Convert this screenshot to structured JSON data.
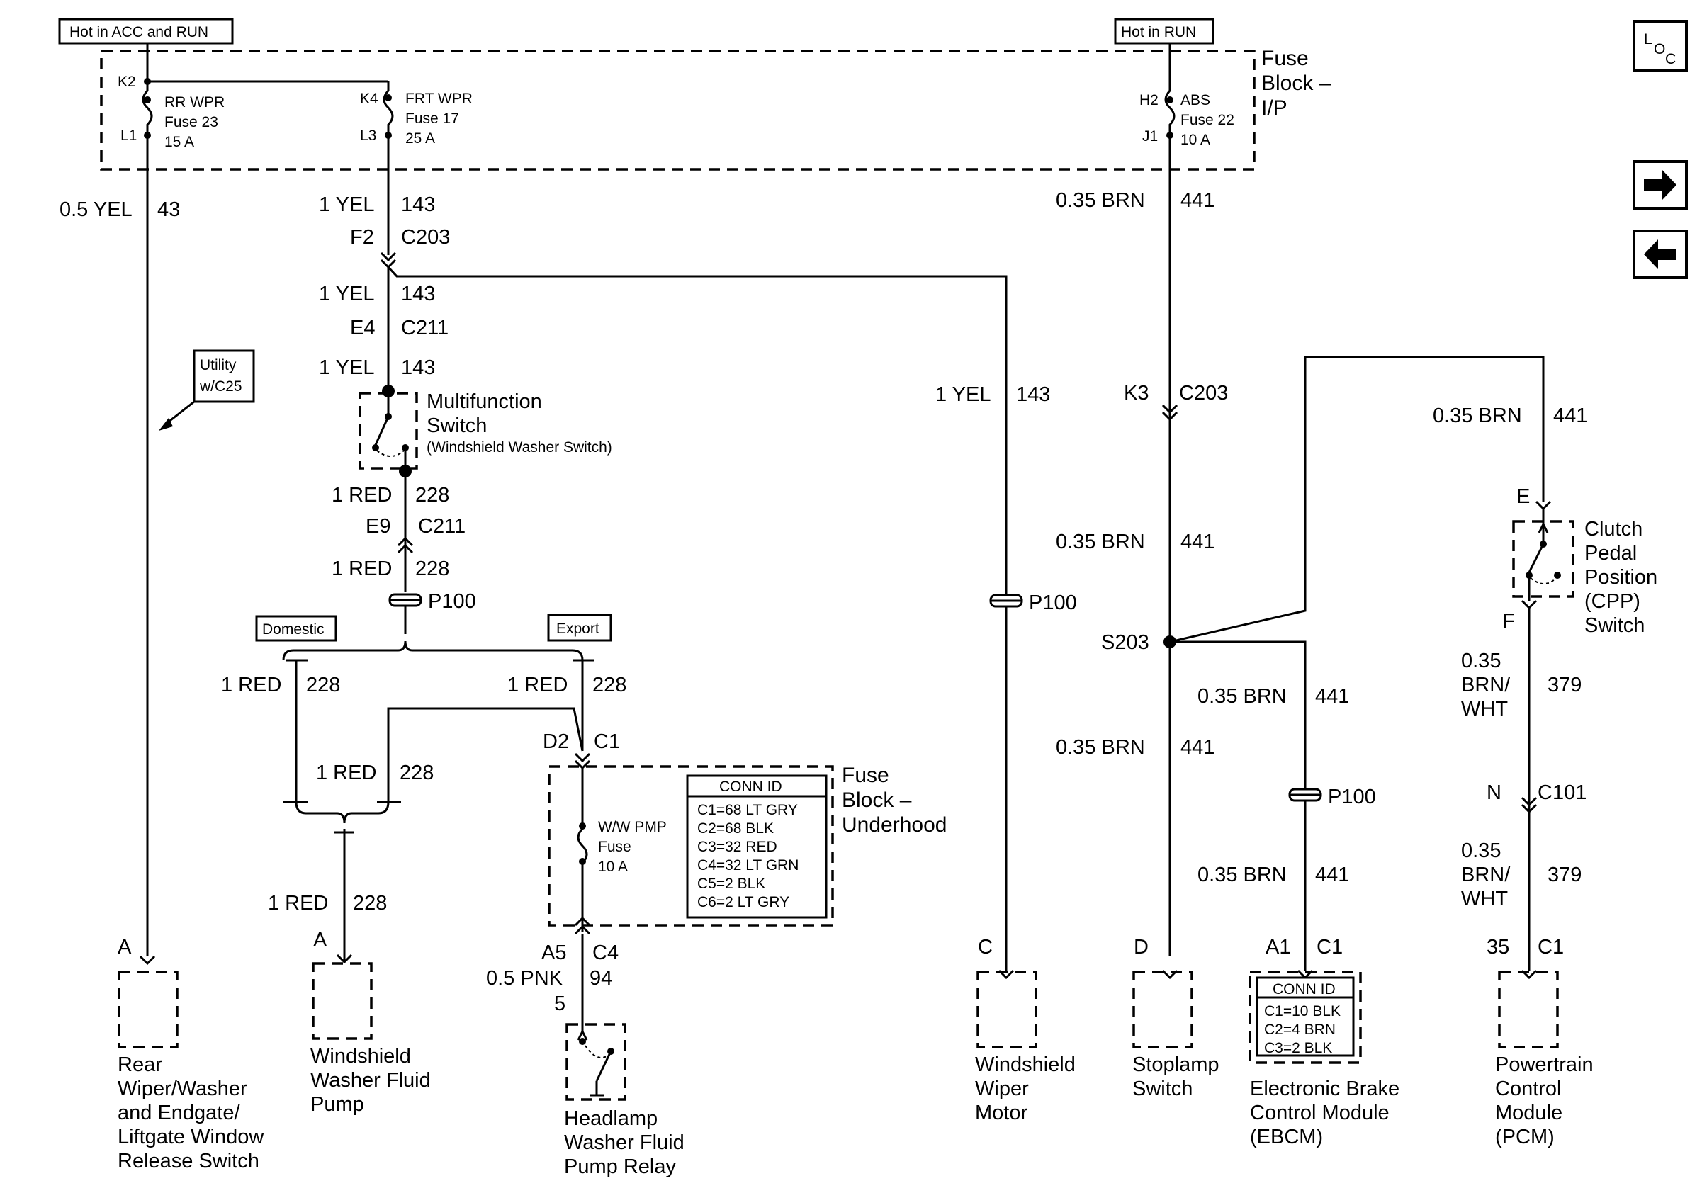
{
  "power": {
    "acc_run": "Hot in ACC and RUN",
    "run": "Hot in RUN"
  },
  "fuse_block_ip": {
    "title_l1": "Fuse",
    "title_l2": "Block –",
    "title_l3": "I/P",
    "rr_wpr": {
      "top_pin": "K2",
      "bot_pin": "L1",
      "name": "RR WPR",
      "fuse": "Fuse 23",
      "amps": "15 A"
    },
    "frt_wpr": {
      "top_pin": "K4",
      "bot_pin": "L3",
      "name": "FRT WPR",
      "fuse": "Fuse 17",
      "amps": "25 A"
    },
    "abs": {
      "top_pin": "H2",
      "bot_pin": "J1",
      "name": "ABS",
      "fuse": "Fuse 22",
      "amps": "10 A"
    }
  },
  "wires": {
    "w43": {
      "gauge": "0.5 YEL",
      "circuit": "43"
    },
    "w143": {
      "gauge": "1 YEL",
      "circuit": "143"
    },
    "w228": {
      "gauge": "1 RED",
      "circuit": "228"
    },
    "w441": {
      "gauge": "0.35 BRN",
      "circuit": "441"
    },
    "w94": {
      "gauge": "0.5 PNK",
      "circuit": "94"
    },
    "w379": {
      "gauge_l1": "0.35",
      "gauge_l2": "BRN/",
      "gauge_l3": "WHT",
      "circuit": "379"
    }
  },
  "connectors": {
    "f2": "F2",
    "c203": "C203",
    "e4": "E4",
    "c211": "C211",
    "e9": "E9",
    "p100": "P100",
    "k3": "K3",
    "s203": "S203",
    "d2": "D2",
    "c1": "C1",
    "a5": "A5",
    "c4": "C4",
    "pin5": "5",
    "n": "N",
    "c101": "C101",
    "e": "E",
    "f": "F",
    "a1": "A1",
    "pin35": "35",
    "a": "A",
    "c": "C",
    "d": "D"
  },
  "utility": {
    "line1": "Utility",
    "line2": "w/C25"
  },
  "multifunction": {
    "line1": "Multifunction",
    "line2": "Switch",
    "line3": "(Windshield Washer Switch)"
  },
  "options": {
    "domestic": "Domestic",
    "export": "Export"
  },
  "fuse_block_uh": {
    "title_l1": "Fuse",
    "title_l2": "Block –",
    "title_l3": "Underhood",
    "fuse_name": "W/W PMP",
    "fuse_label": "Fuse",
    "fuse_amps": "10 A",
    "conn_id_title": "CONN ID",
    "conn_id_rows": [
      "C1=68 LT GRY",
      "C2=68 BLK",
      "C3=32 RED",
      "C4=32 LT GRN",
      "C5=2 BLK",
      "C6=2 LT GRY"
    ]
  },
  "ebcm_conn": {
    "title": "CONN ID",
    "rows": [
      "C1=10 BLK",
      "C2=4 BRN",
      "C3=2 BLK"
    ]
  },
  "cpp": {
    "line1": "Clutch",
    "line2": "Pedal",
    "line3": "Position",
    "line4": "(CPP)",
    "line5": "Switch"
  },
  "components": {
    "rear_wiper": [
      "Rear",
      "Wiper/Washer",
      "and Endgate/",
      "Liftgate Window",
      "Release Switch"
    ],
    "ws_pump": [
      "Windshield",
      "Washer Fluid",
      "Pump"
    ],
    "hl_relay": [
      "Headlamp",
      "Washer Fluid",
      "Pump Relay"
    ],
    "ws_motor": [
      "Windshield",
      "Wiper",
      "Motor"
    ],
    "stoplamp": [
      "Stoplamp",
      "Switch"
    ],
    "ebcm": [
      "Electronic Brake",
      "Control Module",
      "(EBCM)"
    ],
    "pcm": [
      "Powertrain",
      "Control",
      "Module",
      "(PCM)"
    ]
  },
  "nav": {
    "loc_l": "L",
    "loc_o": "O",
    "loc_c": "C"
  }
}
